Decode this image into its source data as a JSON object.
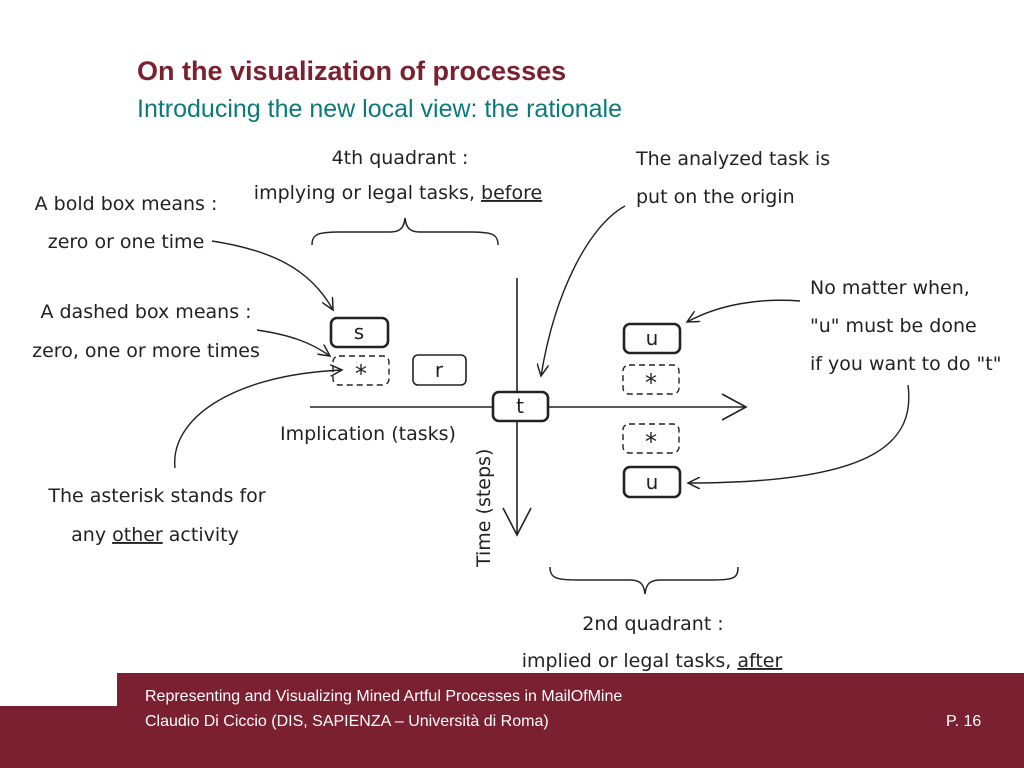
{
  "slide": {
    "title": "On the visualization of processes",
    "subtitle": "Introducing the new local view: the rationale"
  },
  "diagram": {
    "labels": {
      "q4_line1": "4th quadrant :",
      "q4_line2_prefix": "implying or legal tasks, ",
      "q4_line2_underlined": "before",
      "origin_line1": "The analyzed task is",
      "origin_line2": "put on the origin",
      "bold_line1": "A bold box means :",
      "bold_line2": "zero or one time",
      "dashed_line1": "A dashed box means :",
      "dashed_line2": "zero, one or more times",
      "nomatter_line1": "No matter when,",
      "nomatter_line2": "\"u\" must be done",
      "nomatter_line3": "if you want to do \"t\"",
      "implication_axis": "Implication (tasks)",
      "time_axis": "Time (steps)",
      "asterisk_line1": "The asterisk stands for",
      "asterisk_line2_prefix": "any ",
      "asterisk_line2_underlined": "other",
      "asterisk_line2_suffix": " activity",
      "q2_line1": "2nd quadrant :",
      "q2_line2_prefix": "implied or legal tasks, ",
      "q2_line2_underlined": "after"
    },
    "boxes": {
      "s": "s",
      "r": "r",
      "t": "t",
      "u_top": "u",
      "u_bottom": "u",
      "star_left": "*",
      "star_right_top": "*",
      "star_right_bottom": "*"
    }
  },
  "footer": {
    "line1": "Representing and Visualizing Mined Artful Processes in MailOfMine",
    "line2": "Claudio Di Ciccio (DIS, SAPIENZA – Università di Roma)",
    "page": "P. 16"
  },
  "colors": {
    "title": "#7b2030",
    "subtitle": "#0c7a7a",
    "footer_band": "#7b2030",
    "ink": "#222222"
  }
}
